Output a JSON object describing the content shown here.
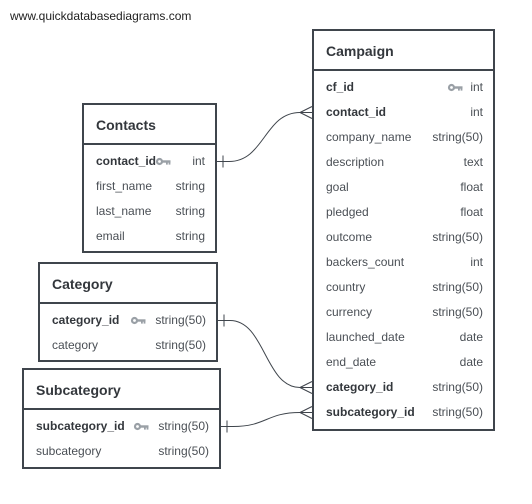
{
  "watermark": "www.quickdatabasediagrams.com",
  "tables": {
    "contacts": {
      "title": "Contacts",
      "rows": [
        {
          "name": "contact_id",
          "type": "int",
          "pk": true,
          "key": true
        },
        {
          "name": "first_name",
          "type": "string"
        },
        {
          "name": "last_name",
          "type": "string"
        },
        {
          "name": "email",
          "type": "string"
        }
      ]
    },
    "category": {
      "title": "Category",
      "rows": [
        {
          "name": "category_id",
          "type": "string(50)",
          "pk": true,
          "key": true
        },
        {
          "name": "category",
          "type": "string(50)"
        }
      ]
    },
    "subcategory": {
      "title": "Subcategory",
      "rows": [
        {
          "name": "subcategory_id",
          "type": "string(50)",
          "pk": true,
          "key": true
        },
        {
          "name": "subcategory",
          "type": "string(50)"
        }
      ]
    },
    "campaign": {
      "title": "Campaign",
      "rows": [
        {
          "name": "cf_id",
          "type": "int",
          "pk": true,
          "key": true
        },
        {
          "name": "contact_id",
          "type": "int",
          "pk": true
        },
        {
          "name": "company_name",
          "type": "string(50)"
        },
        {
          "name": "description",
          "type": "text"
        },
        {
          "name": "goal",
          "type": "float"
        },
        {
          "name": "pledged",
          "type": "float"
        },
        {
          "name": "outcome",
          "type": "string(50)"
        },
        {
          "name": "backers_count",
          "type": "int"
        },
        {
          "name": "country",
          "type": "string(50)"
        },
        {
          "name": "currency",
          "type": "string(50)"
        },
        {
          "name": "launched_date",
          "type": "date"
        },
        {
          "name": "end_date",
          "type": "date"
        },
        {
          "name": "category_id",
          "type": "string(50)",
          "pk": true
        },
        {
          "name": "subcategory_id",
          "type": "string(50)",
          "pk": true
        }
      ]
    }
  },
  "relations": [
    {
      "from": "contacts.contact_id",
      "to": "campaign.contact_id"
    },
    {
      "from": "category.category_id",
      "to": "campaign.category_id"
    },
    {
      "from": "subcategory.subcategory_id",
      "to": "campaign.subcategory_id"
    }
  ],
  "colors": {
    "border": "#3f454c",
    "text": "#4a4f55",
    "key": "#9aa0a6",
    "line": "#3f454c"
  }
}
